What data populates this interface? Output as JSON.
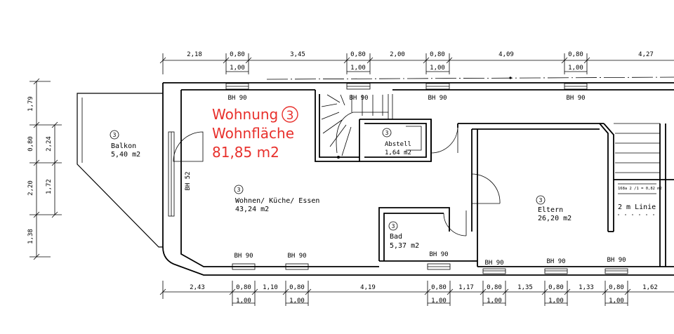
{
  "colors": {
    "line": "#000000",
    "accent": "#e8302c",
    "background": "#ffffff"
  },
  "title": {
    "line1": "Wohnung",
    "unit_no": "3",
    "line2": "Wohnfläche",
    "line3": "81,85  m2"
  },
  "top_dims": [
    "2,18",
    "0,80",
    "3,45",
    "0,80",
    "2,00",
    "0,80",
    "4,09",
    "0,80",
    "4,27"
  ],
  "top_sub": [
    "1,00",
    "1,00",
    "1,00",
    "1,00"
  ],
  "bottom_dims": [
    "2,43",
    "0,80",
    "1,10",
    "0,80",
    "4,19",
    "0,80",
    "1,17",
    "0,80",
    "1,35",
    "0,80",
    "1,33",
    "0,80",
    "1,62"
  ],
  "bottom_sub": [
    "1,00",
    "1,00",
    "1,00",
    "1,00",
    "1,00",
    "1,00"
  ],
  "left_dims_outer": [
    "1,79",
    "0,80",
    "2,20",
    "1,38"
  ],
  "left_dims_inner": [
    "2,24",
    "1,72"
  ],
  "window_labels": {
    "top": [
      "BH 90",
      "BH 90",
      "BH 90",
      "BH 90"
    ],
    "bottom": [
      "BH 90",
      "BH 90",
      "BH 90",
      "BH 90",
      "BH 90",
      "BH 90"
    ],
    "side": "BH 52"
  },
  "rooms": [
    {
      "num": "3",
      "name": "Balkon",
      "area": "5,40 m2"
    },
    {
      "num": "3",
      "name": "Wohnen/ Küche/ Essen",
      "area": "43,24 m2"
    },
    {
      "num": "3",
      "name": "Abstell",
      "area": "1,64 m2"
    },
    {
      "num": "3",
      "name": "Bad",
      "area": "5,37 m2"
    },
    {
      "num": "3",
      "name": "Eltern",
      "area": "26,20 m2"
    }
  ],
  "notes": {
    "small": "168a 2 /1 = 0,82 m2",
    "linie": "2 m Linie"
  }
}
